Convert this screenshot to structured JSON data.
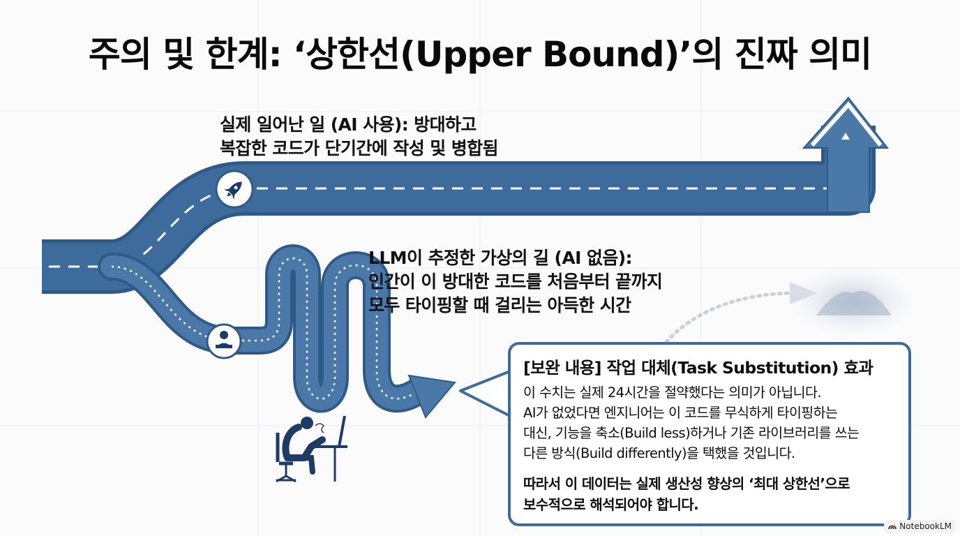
{
  "title": "주의 및 한계: ‘상한선(Upper Bound)’의 진짜 의미",
  "actual_path": {
    "caption_lines": [
      "실제 일어난 일 (AI 사용): 방대하고",
      "복잡한 코드가 단기간에 작성 및 병합됨"
    ],
    "icon": "rocket-icon"
  },
  "virtual_path": {
    "caption_lines": [
      "LLM이 추정한 가상의 길 (AI 없음):",
      "인간이 이 방대한 코드를 처음부터 끝까지",
      "모두 타이핑할 때 걸리는 아득한 시간"
    ],
    "icon": "person-at-laptop-icon",
    "end_figure": "tired-typing-person-icon"
  },
  "note_box": {
    "title": "[보완 내용] 작업 대체(Task Substitution) 효과",
    "paragraph1": [
      "이 수치는 실제 24시간을 절약했다는 의미가 아닙니다.",
      "AI가 없었다면 엔지니어는 이 코드를 무식하게 타이핑하는",
      "대신, 기능을 축소(Build less)하거나 기존 라이브러리를 쓰는",
      "다른 방식(Build differently)을 택했을 것입니다."
    ],
    "paragraph2": [
      "따라서 이 데이터는 실제 생산성 향상의 ‘최대 상한선’으로",
      "보수적으로 해석되어야 합니다."
    ]
  },
  "badge": "NotebookLM",
  "colors": {
    "road": "#3d6b9c",
    "road_edge": "#2f5a88",
    "arrow_fill": "#4a78a8",
    "text": "#0d0d0d"
  }
}
